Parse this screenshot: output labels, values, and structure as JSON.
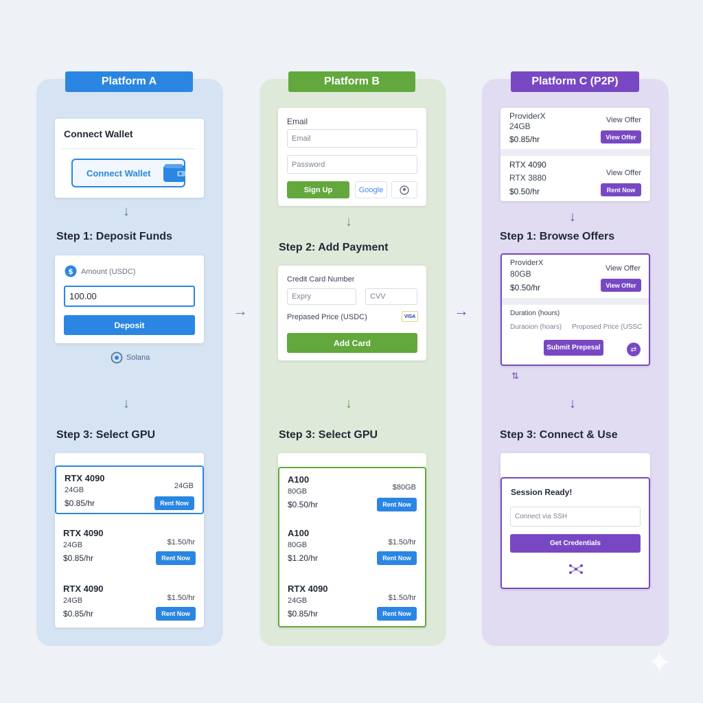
{
  "platform_a": {
    "badge": "Platform A",
    "connect_card": {
      "title": "Connect Wallet",
      "button": "Connect Wallet",
      "icon": "wallet-icon"
    },
    "step1": "Step 1: Deposit Funds",
    "deposit_card": {
      "amount_label": "Amount (USDC)",
      "amount_value": "100.00",
      "button": "Deposit",
      "icon": "usdc-coin-icon"
    },
    "network_label": "Solana",
    "step3": "Step 3: Select GPU",
    "gpus": [
      {
        "name": "RTX 4090",
        "memory": "24GB",
        "price": "$0.85/hr",
        "right": "24GB",
        "button": "Rent Now"
      },
      {
        "name": "RTX 4090",
        "memory": "24GB",
        "price": "$0.85/hr",
        "right": "$1.50/hr",
        "button": "Rent Now"
      },
      {
        "name": "RTX 4090",
        "memory": "24GB",
        "price": "$0.85/hr",
        "right": "$1.50/hr",
        "button": "Rent Now"
      }
    ],
    "accent": "#2a86e2"
  },
  "platform_b": {
    "badge": "Platform B",
    "signup_card": {
      "email_label": "Email",
      "email_placeholder": "Email",
      "password_placeholder": "Password",
      "button": "Sign Up",
      "google": "Google"
    },
    "step2": "Step 2: Add Payment",
    "payment_card": {
      "card_label": "Credit Card Number",
      "expiry_placeholder": "Expry",
      "cvv_placeholder": "CVV",
      "price_label": "Prepased Price (USDC)",
      "visa": "VISA",
      "button": "Add Card"
    },
    "step3": "Step 3: Select GPU",
    "gpus": [
      {
        "name": "A100",
        "memory": "80GB",
        "price": "$0.50/hr",
        "right": "$80GB",
        "button": "Rent Now"
      },
      {
        "name": "A100",
        "memory": "80GB",
        "price": "$1.20/hr",
        "right": "$1.50/hr",
        "button": "Rent Now"
      },
      {
        "name": "RTX 4090",
        "memory": "24GB",
        "price": "$0.85/hr",
        "right": "$1.50/hr",
        "button": "Rent Now"
      }
    ],
    "accent": "#62a83d"
  },
  "platform_c": {
    "badge": "Platform C (P2P)",
    "offer1": {
      "provider": "ProviderX",
      "memory": "24GB",
      "price": "$0.85/hr",
      "link": "View Offer",
      "button": "View Offer"
    },
    "offer2": {
      "name": "RTX 4090",
      "model": "RTX 3880",
      "price": "$0.50/hr",
      "link": "View Offer",
      "button": "Rent Now"
    },
    "step1": "Step 1: Browse Offers",
    "proposal": {
      "provider": "ProviderX",
      "memory": "80GB",
      "price": "$0.50/hr",
      "link": "View Offer",
      "button": "View Offer",
      "duration_label": "Duration (hours)",
      "duration_placeholder": "Duraoion (hoars)",
      "price_placeholder": "Proposed Price (USSC",
      "submit": "Submit Prepesal"
    },
    "step3": "Step 3: Connect & Use",
    "session": {
      "title": "Session Ready!",
      "ssh_placeholder": "Connect via SSH",
      "button": "Get Credentials"
    },
    "accent": "#7848c4"
  }
}
